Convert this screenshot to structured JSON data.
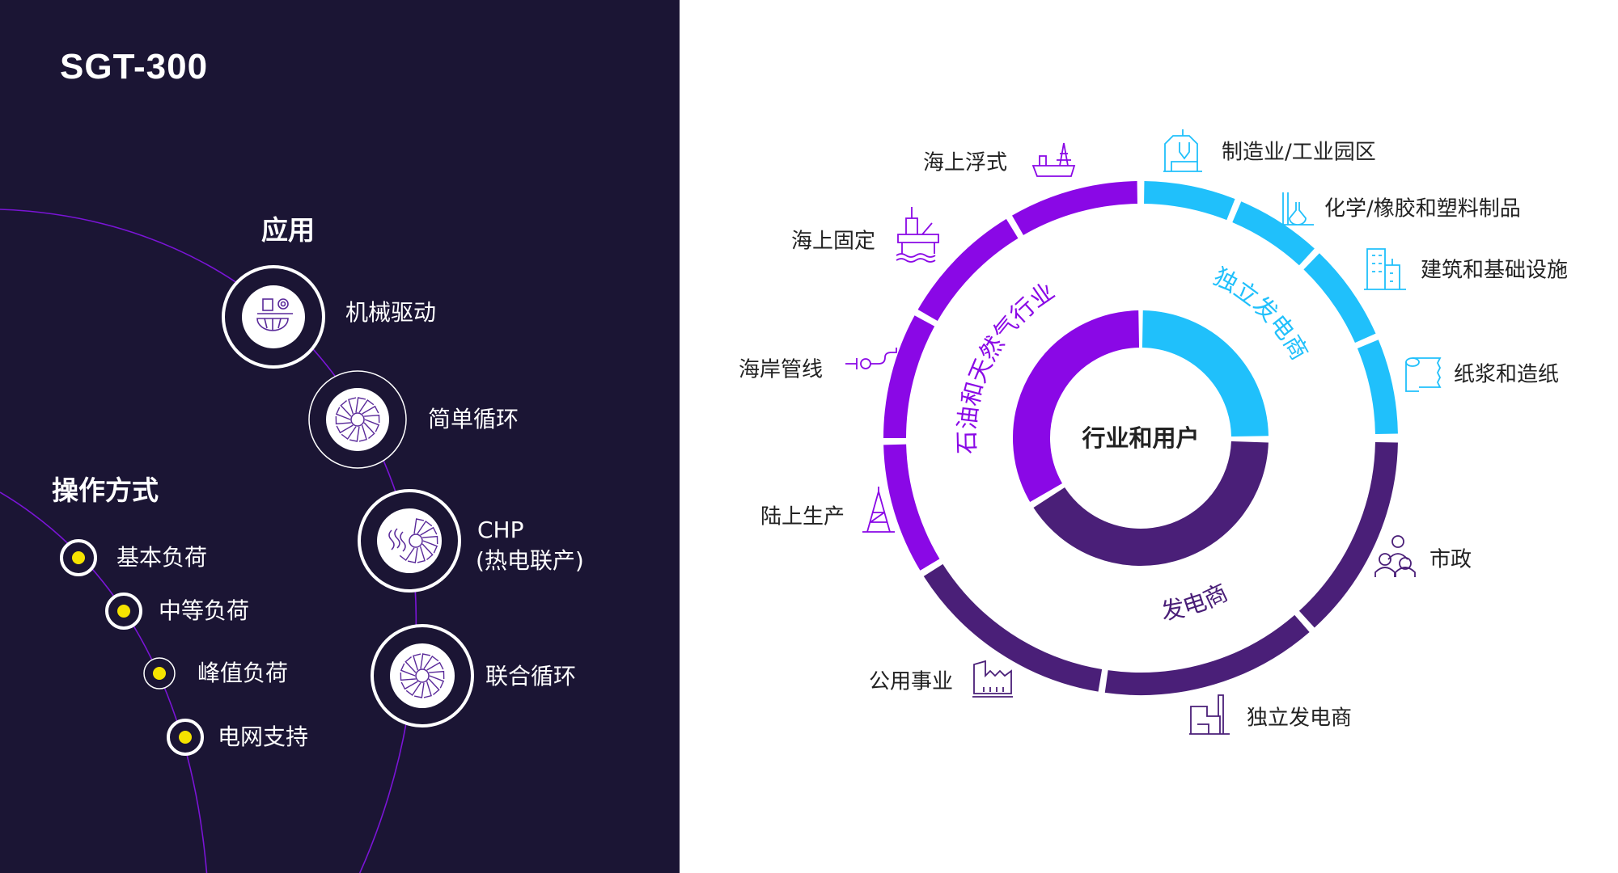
{
  "title": "SGT-300",
  "applications": {
    "heading": "应用",
    "items": [
      {
        "label": "机械驱动",
        "icon": "mechanical-drive-icon"
      },
      {
        "label": "简单循环",
        "icon": "turbine-icon"
      },
      {
        "label": "CHP",
        "label2": "(热电联产)",
        "icon": "chp-turbine-icon"
      },
      {
        "label": "联合循环",
        "icon": "combined-cycle-icon"
      }
    ]
  },
  "operation": {
    "heading": "操作方式",
    "items": [
      "基本负荷",
      "中等负荷",
      "峰值负荷",
      "电网支持"
    ]
  },
  "diagram": {
    "center": "行业和用户",
    "groups": {
      "oil_gas": "石油和天然气行业",
      "ipp": "独立发电商",
      "utilities": "发电商"
    },
    "segments": [
      {
        "label": "海上浮式",
        "group": "oil_gas",
        "icon": "floating-platform-icon"
      },
      {
        "label": "海上固定",
        "group": "oil_gas",
        "icon": "fixed-platform-icon"
      },
      {
        "label": "海岸管线",
        "group": "oil_gas",
        "icon": "pipeline-icon"
      },
      {
        "label": "陆上生产",
        "group": "oil_gas",
        "icon": "oil-derrick-icon"
      },
      {
        "label": "公用事业",
        "group": "utilities",
        "icon": "factory-icon"
      },
      {
        "label": "独立发电商",
        "group": "utilities",
        "icon": "power-plant-icon"
      },
      {
        "label": "市政",
        "group": "utilities",
        "icon": "people-icon"
      },
      {
        "label": "纸浆和造纸",
        "group": "ipp",
        "icon": "paper-roll-icon"
      },
      {
        "label": "建筑和基础设施",
        "group": "ipp",
        "icon": "buildings-icon"
      },
      {
        "label": "化学/橡胶和塑料制品",
        "group": "ipp",
        "icon": "chemistry-flask-icon"
      },
      {
        "label": "制造业/工业园区",
        "group": "ipp",
        "icon": "machine-icon"
      }
    ],
    "colors": {
      "oil_gas": "#8a08e6",
      "ipp": "#20c0fb",
      "utilities": "#4a1f78",
      "dot": "#f5e300",
      "panel": "#1b1534"
    }
  }
}
